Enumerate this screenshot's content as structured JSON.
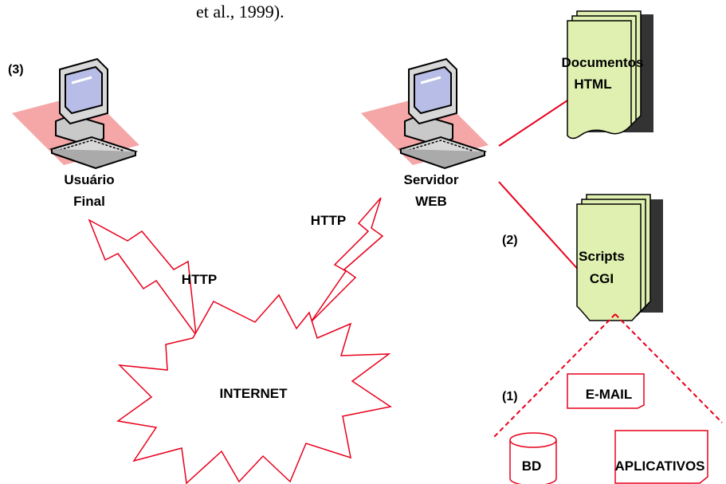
{
  "caption_fragment": "et al., 1999).",
  "labels": {
    "step3": "(3)",
    "step2": "(2)",
    "step1": "(1)",
    "end_user_line1": "Usuário",
    "end_user_line2": "Final",
    "server_line1": "Servidor",
    "server_line2": "WEB",
    "http_left": "HTTP",
    "http_right": "HTTP",
    "internet": "INTERNET",
    "docs_line1": "Documentos",
    "docs_line2": "HTML",
    "scripts_line1": "Scripts",
    "scripts_line2": "CGI",
    "email": "E-MAIL",
    "db": "BD",
    "apps": "APLICATIVOS"
  },
  "colors": {
    "line": "#e8001c",
    "doc_fill": "#dff0b0",
    "shadow": "#333333",
    "pink": "#f5a6a6",
    "computer_body": "#d8d8d8",
    "screen": "#b8bde8"
  }
}
